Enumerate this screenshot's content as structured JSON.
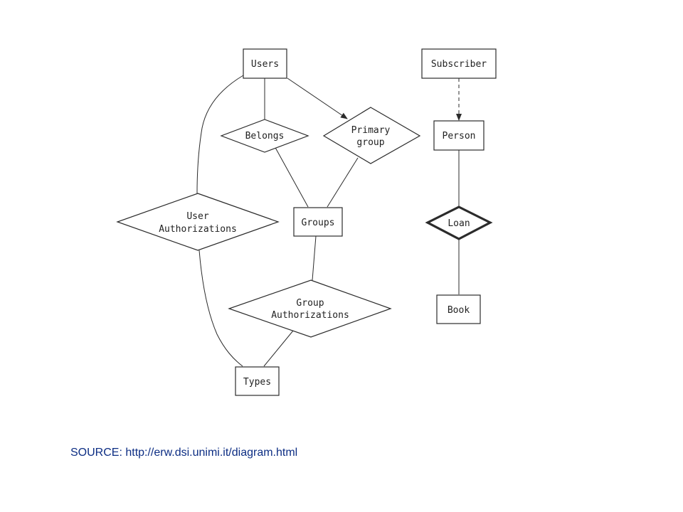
{
  "diagram": {
    "entities": {
      "users": "Users",
      "subscriber": "Subscriber",
      "person": "Person",
      "groups": "Groups",
      "book": "Book",
      "types": "Types"
    },
    "relationships": {
      "belongs": "Belongs",
      "primary_group": [
        "Primary",
        "group"
      ],
      "user_authorizations": [
        "User",
        "Authorizations"
      ],
      "group_authorizations": [
        "Group",
        "Authorizations"
      ],
      "loan": "Loan"
    }
  },
  "caption": {
    "source": "SOURCE: http://erw.dsi.unimi.it/diagram.html"
  },
  "colors": {
    "line": "#2b2b2b",
    "caption": "#0c2d83",
    "background": "#ffffff"
  }
}
